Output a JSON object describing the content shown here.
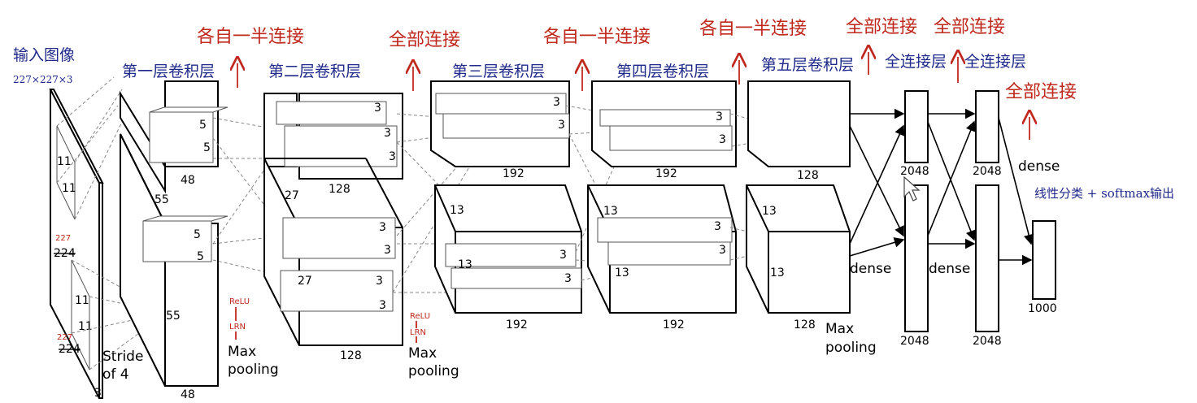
{
  "input": {
    "title": "输入图像",
    "dims": "227×227×3",
    "k11a": "11",
    "k11b": "11",
    "k11c": "11",
    "k11d": "11",
    "s224a": "224",
    "s224b": "224",
    "s227a": "227",
    "s227b": "227",
    "stride": "Stride",
    "stride2": "of 4",
    "depth": "3"
  },
  "layer_titles": {
    "conv1": "第一层卷积层",
    "conv2": "第二层卷积层",
    "conv3": "第三层卷积层",
    "conv4": "第四层卷积层",
    "conv5": "第五层卷积层",
    "fc1": "全连接层",
    "fc2": "全连接层"
  },
  "red_notes": {
    "half1": "各自一半连接",
    "full1": "全部连接",
    "half2": "各自一半连接",
    "half3": "各自一半连接",
    "full2": "全部连接",
    "full3": "全部连接",
    "full4": "全部连接"
  },
  "conv1": {
    "k5a": "5",
    "k5b": "5",
    "k5c": "5",
    "k5d": "5",
    "d48a": "48",
    "d48b": "48",
    "s55a": "55",
    "s55b": "55"
  },
  "conv2": {
    "k3a": "3",
    "k3b": "3",
    "k3c": "3",
    "k3d": "3",
    "k3e": "3",
    "k3f": "3",
    "d128a": "128",
    "d128b": "128",
    "s27a": "27",
    "s27b": "27"
  },
  "conv3": {
    "k3a": "3",
    "k3b": "3",
    "k3c": "3",
    "k3d": "3",
    "d192a": "192",
    "d192b": "192",
    "s13a": "13",
    "s13b": "13"
  },
  "conv4": {
    "k3a": "3",
    "k3b": "3",
    "k3c": "3",
    "k3d": "3",
    "d192a": "192",
    "d192b": "192",
    "s13a": "13",
    "s13b": "13"
  },
  "conv5": {
    "d128a": "128",
    "d128b": "128",
    "s13a": "13",
    "s13b": "13"
  },
  "fc": {
    "u2048a": "2048",
    "u2048b": "2048",
    "u2048c": "2048",
    "u2048d": "2048",
    "out": "1000"
  },
  "ops": {
    "relu1": "ReLU",
    "lrn1": "LRN",
    "relu2": "ReLU",
    "lrn2": "LRN",
    "max1": "Max",
    "pool1": "pooling",
    "max2": "Max",
    "pool2": "pooling",
    "max3": "Max",
    "pool3": "pooling",
    "dense1": "dense",
    "dense2": "dense",
    "dense3": "dense"
  },
  "output_note": "线性分类 + softmax输出"
}
